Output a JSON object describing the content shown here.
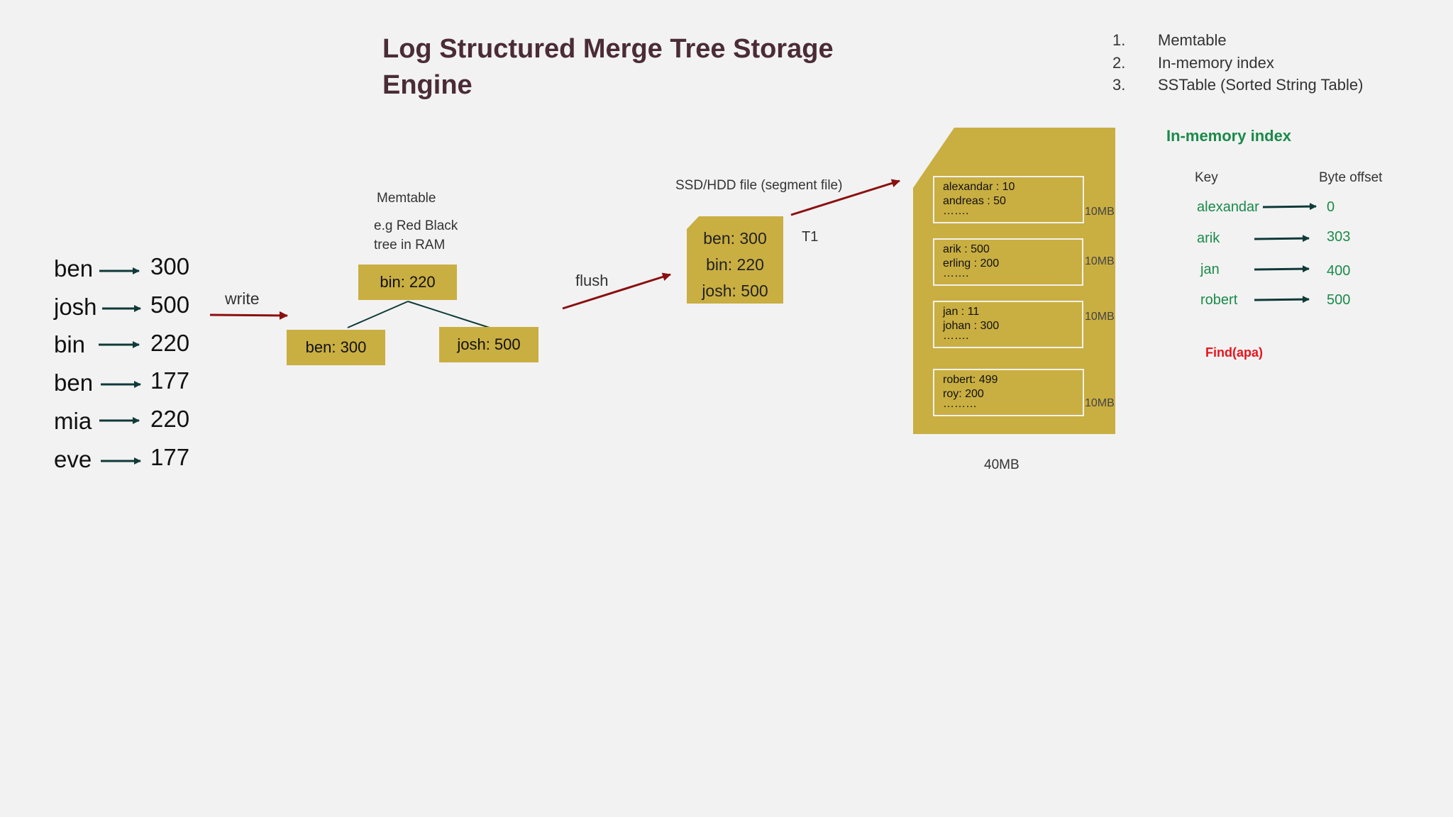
{
  "title": "Log Structured Merge Tree Storage\nEngine",
  "components_list": [
    {
      "num": "1.",
      "text": "Memtable"
    },
    {
      "num": "2.",
      "text": "In-memory index"
    },
    {
      "num": "3.",
      "text": "SSTable (Sorted String Table)"
    }
  ],
  "writes": [
    {
      "key": "ben",
      "value": "300"
    },
    {
      "key": "josh",
      "value": "500"
    },
    {
      "key": "bin",
      "value": "220"
    },
    {
      "key": "ben",
      "value": "177"
    },
    {
      "key": "mia",
      "value": "220"
    },
    {
      "key": "eve",
      "value": "177"
    }
  ],
  "write_label": "write",
  "memtable": {
    "label": "Memtable",
    "note": "e.g Red Black\ntree in RAM",
    "root": "bin: 220",
    "left": "ben: 300",
    "right": "josh: 500"
  },
  "flush_label": "flush",
  "segment_file": {
    "label": "SSD/HDD file (segment file)",
    "lines": [
      "ben: 300",
      "bin:  220",
      "josh: 500"
    ],
    "t1": "T1"
  },
  "sstable": {
    "segments": [
      {
        "lines": [
          "alexandar : 10",
          "andreas : 50",
          "……."
        ],
        "size": "10MB"
      },
      {
        "lines": [
          "arik : 500",
          "erling : 200",
          "……."
        ],
        "size": "10MB"
      },
      {
        "lines": [
          "jan : 11",
          "johan : 300",
          "……."
        ],
        "size": "10MB"
      },
      {
        "lines": [
          "robert: 499",
          "roy: 200",
          "………"
        ],
        "size": "10MB"
      }
    ],
    "total": "40MB"
  },
  "index": {
    "title": "In-memory index",
    "key_header": "Key",
    "offset_header": "Byte offset",
    "rows": [
      {
        "key": "alexandar",
        "offset": "0"
      },
      {
        "key": "arik",
        "offset": "303"
      },
      {
        "key": "jan",
        "offset": "400"
      },
      {
        "key": "robert",
        "offset": "500"
      }
    ],
    "find": "Find(apa)"
  },
  "colors": {
    "box": "#c9ae42",
    "arrow_red": "#8b0f10",
    "arrow_dark": "#0f3a38",
    "index_green": "#1a8a4a",
    "find_red": "#e8141c",
    "title": "#4a2c36"
  }
}
